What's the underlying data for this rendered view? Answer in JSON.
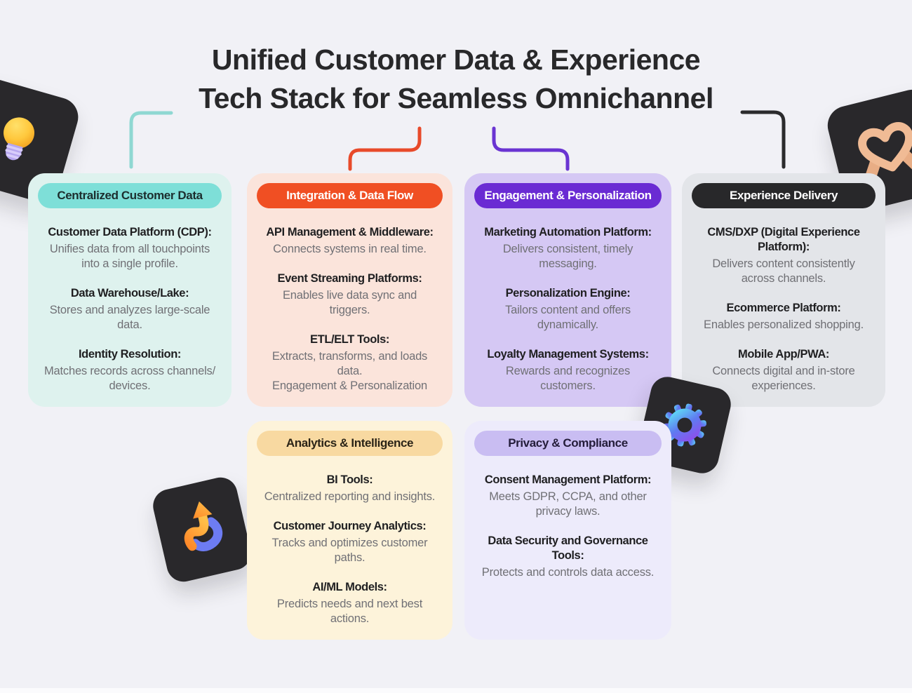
{
  "title": {
    "line1": "Unified Customer Data & Experience",
    "line2": "Tech Stack for Seamless Omnichannel"
  },
  "colors": {
    "background": "#f1f1f6",
    "title_text": "#28282a",
    "heading_text": "#1f1f21",
    "body_text": "#707075",
    "tile": "#29282b",
    "bottom_strip": "#fbfbfd"
  },
  "connectors": [
    {
      "name": "centralized-customer-data",
      "color": "#8fd8d2"
    },
    {
      "name": "integration-data-flow",
      "color": "#e84a2a"
    },
    {
      "name": "engagement-personalization",
      "color": "#6a34d2"
    },
    {
      "name": "experience-delivery",
      "color": "#2b2b2d"
    }
  ],
  "cards": [
    {
      "id": "centralized-customer-data",
      "badge": "Centralized Customer Data",
      "colors": {
        "card_bg": "#def2ee",
        "badge_bg": "#7edfd8",
        "badge_text": "#1c2e2e"
      },
      "sections": [
        {
          "heading": "Customer Data Platform (CDP):",
          "body": "Unifies data from all touchpoints\ninto a single profile."
        },
        {
          "heading": "Data Warehouse/Lake:",
          "body": "Stores and analyzes large-scale\ndata."
        },
        {
          "heading": "Identity Resolution:",
          "body": "Matches records across channels/\ndevices."
        }
      ]
    },
    {
      "id": "integration-data-flow",
      "badge": "Integration & Data Flow",
      "colors": {
        "card_bg": "#fbe4db",
        "badge_bg": "#f04f23",
        "badge_text": "#ffffff"
      },
      "sections": [
        {
          "heading": "API Management & Middleware:",
          "body": "Connects systems in real time."
        },
        {
          "heading": "Event Streaming Platforms:",
          "body": "Enables live data sync and\ntriggers."
        },
        {
          "heading": "ETL/ELT Tools:",
          "body": "Extracts, transforms, and loads\ndata.\nEngagement & Personalization"
        }
      ]
    },
    {
      "id": "engagement-personalization",
      "badge": "Engagement & Personalization",
      "colors": {
        "card_bg": "#d5c8f4",
        "badge_bg": "#6a2bd3",
        "badge_text": "#ffffff"
      },
      "sections": [
        {
          "heading": "Marketing Automation Platform:",
          "body": "Delivers consistent, timely\nmessaging."
        },
        {
          "heading": "Personalization Engine:",
          "body": "Tailors content and offers\ndynamically."
        },
        {
          "heading": "Loyalty Management Systems:",
          "body": "Rewards and recognizes\ncustomers."
        }
      ]
    },
    {
      "id": "experience-delivery",
      "badge": "Experience Delivery",
      "colors": {
        "card_bg": "#e3e5e9",
        "badge_bg": "#28282a",
        "badge_text": "#ffffff"
      },
      "sections": [
        {
          "heading": "CMS/DXP (Digital Experience\nPlatform):",
          "body": "Delivers content consistently\nacross channels."
        },
        {
          "heading": "Ecommerce Platform:",
          "body": "Enables personalized shopping."
        },
        {
          "heading": "Mobile App/PWA:",
          "body": "Connects digital and in-store\nexperiences."
        }
      ]
    },
    {
      "id": "analytics-intelligence",
      "badge": "Analytics & Intelligence",
      "colors": {
        "card_bg": "#fdf3da",
        "badge_bg": "#f8d9a1",
        "badge_text": "#2b2417"
      },
      "sections": [
        {
          "heading": "BI Tools:",
          "body": "Centralized reporting and insights."
        },
        {
          "heading": "Customer Journey Analytics:",
          "body": "Tracks and optimizes customer\npaths."
        },
        {
          "heading": "AI/ML Models:",
          "body": "Predicts needs and next best\nactions."
        }
      ]
    },
    {
      "id": "privacy-compliance",
      "badge": "Privacy & Compliance",
      "colors": {
        "card_bg": "#edebfb",
        "badge_bg": "#c9bdf2",
        "badge_text": "#241d3a"
      },
      "sections": [
        {
          "heading": "Consent Management Platform:",
          "body": "Meets GDPR, CCPA, and other\nprivacy laws."
        },
        {
          "heading": "Data Security and Governance\nTools:",
          "body": "Protects and controls data access."
        }
      ]
    }
  ],
  "decorations": [
    {
      "name": "lightbulb-tile",
      "icon": "lightbulb-icon",
      "colors": {
        "bulb": "#ffc93f",
        "base": "#b6a6ef"
      }
    },
    {
      "name": "heart-hands-tile",
      "icon": "heart-hands-icon",
      "colors": {
        "hands": "#f0bb95"
      }
    },
    {
      "name": "gear-tile",
      "icon": "gear-icon",
      "colors": {
        "gradient_start": "#5fd7f5",
        "gradient_end": "#8d4fee"
      }
    },
    {
      "name": "trend-arrow-tile",
      "icon": "trend-arrow-icon",
      "colors": {
        "arrow": "#ff9a2e",
        "curve": "#6d7cf3"
      }
    }
  ]
}
